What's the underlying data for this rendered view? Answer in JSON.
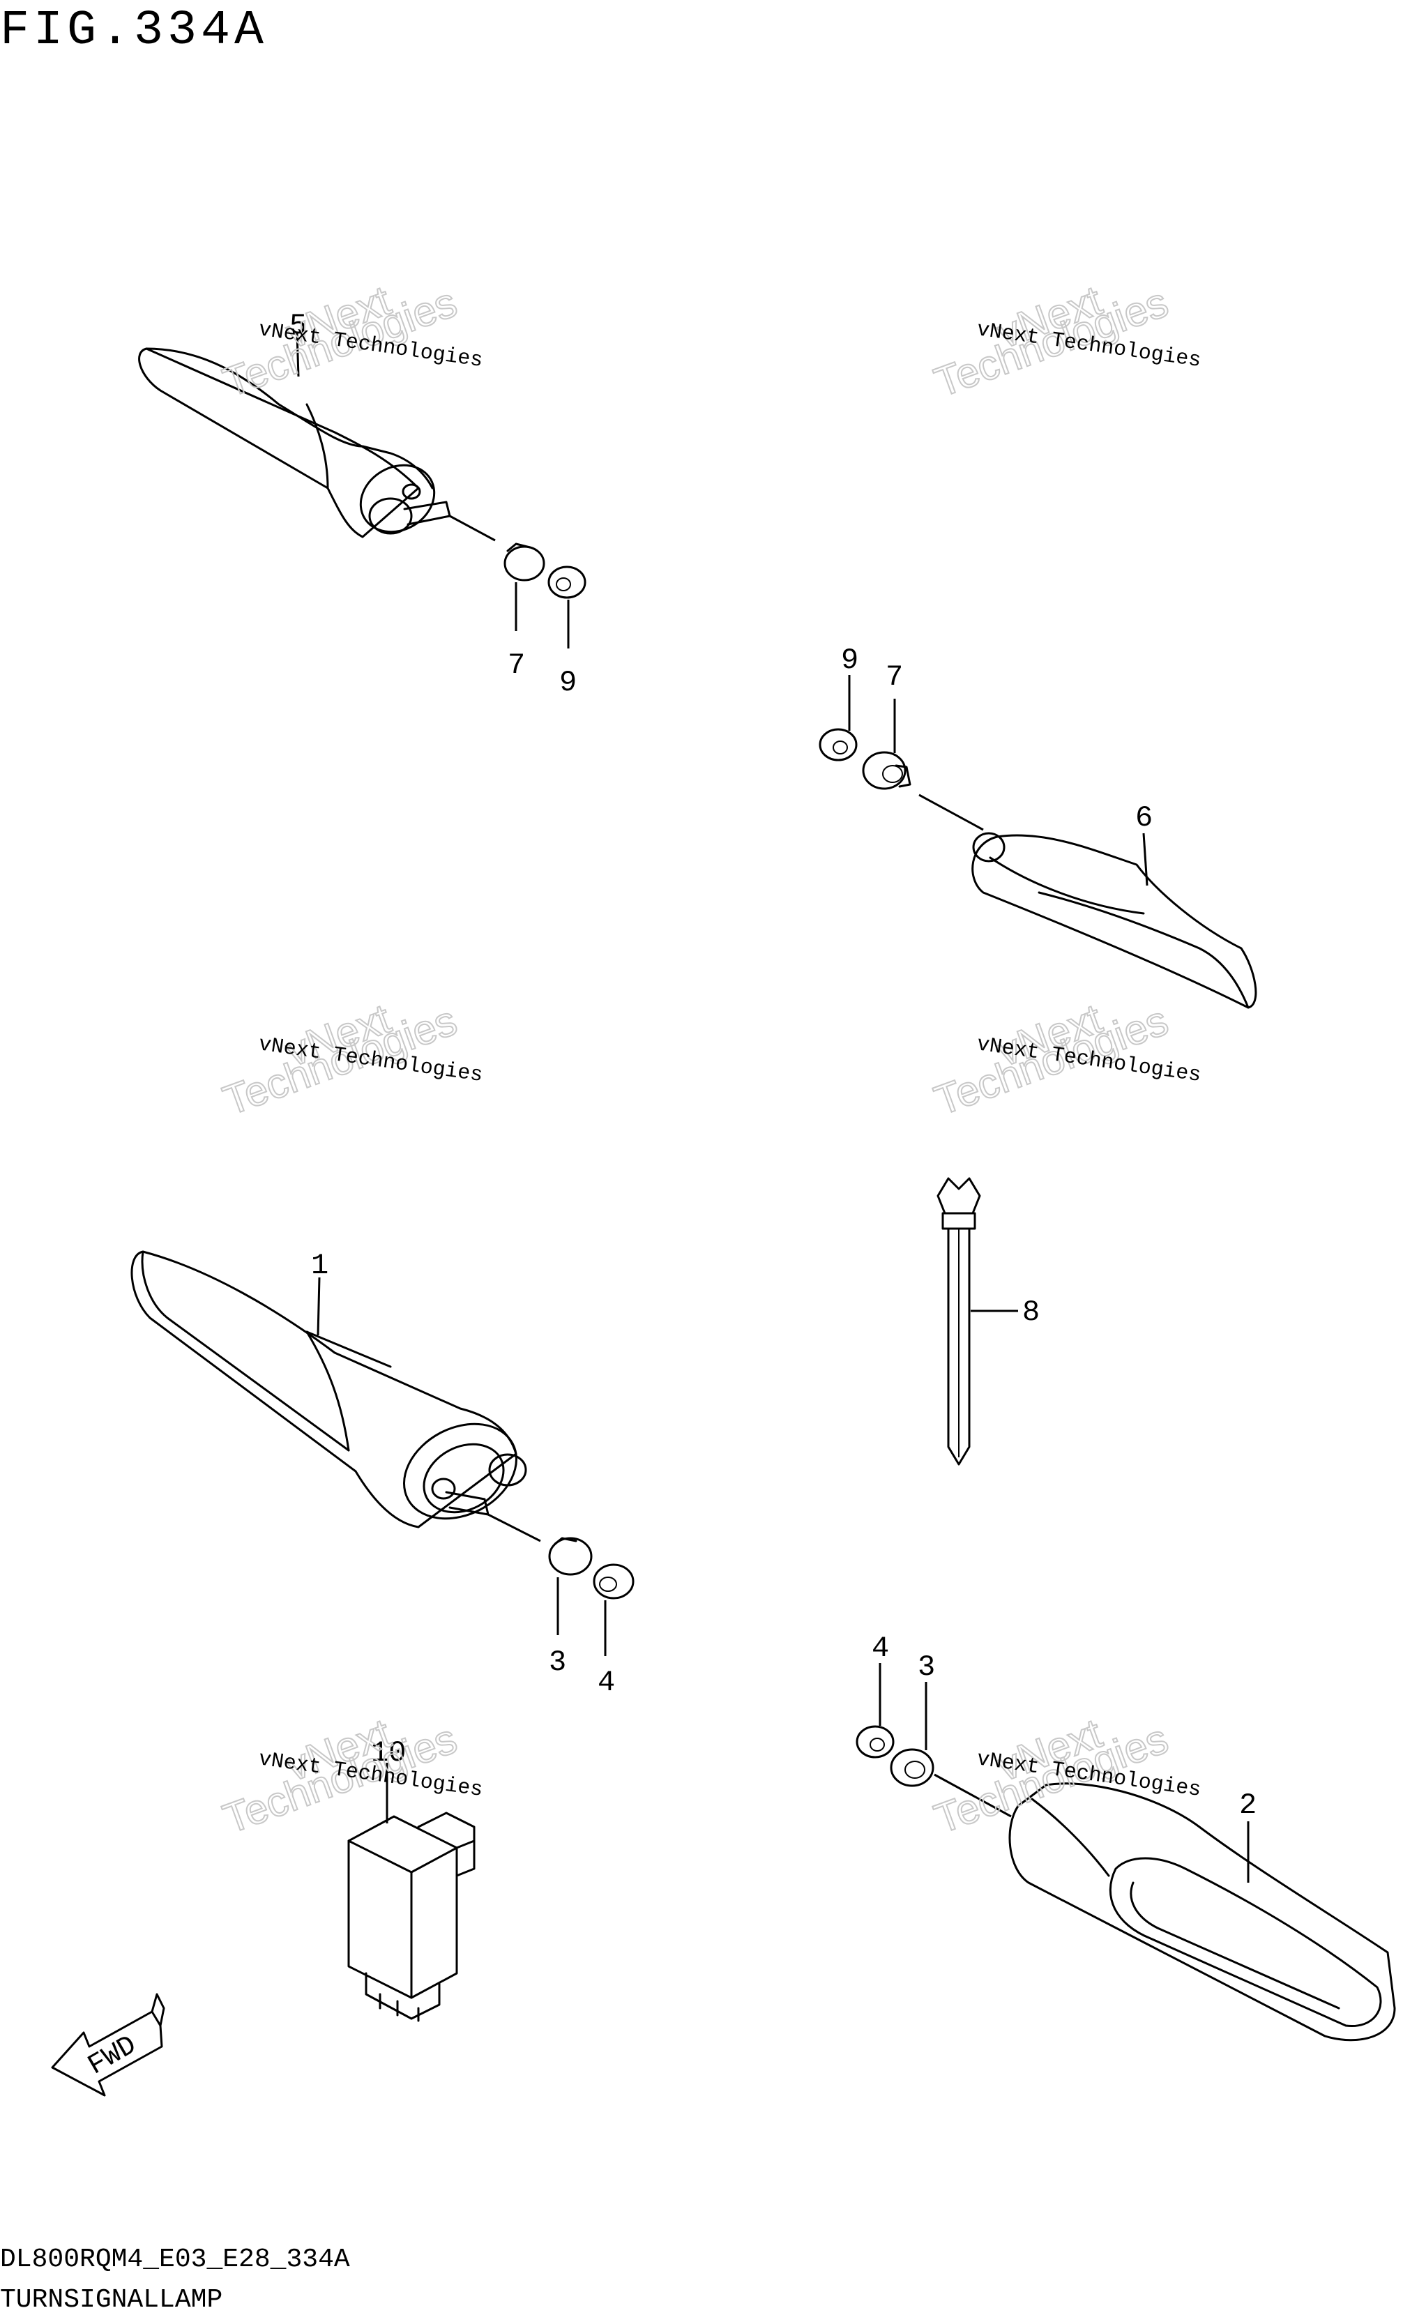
{
  "header": {
    "figure_title": "FIG.334A"
  },
  "footer": {
    "model_code": "DL800RQM4_E03_E28_334A",
    "section_title": "TURNSIGNALLAMP"
  },
  "watermark": {
    "line1": "vNext",
    "line2": "Technologies",
    "small": "vNext Technologies"
  },
  "callouts": {
    "c5": "5",
    "c7a": "7",
    "c9a": "9",
    "c9b": "9",
    "c7b": "7",
    "c6": "6",
    "c1": "1",
    "c8": "8",
    "c3a": "3",
    "c4a": "4",
    "c4b": "4",
    "c3b": "3",
    "c2": "2",
    "c10": "10"
  },
  "fwd_label": "FWD"
}
